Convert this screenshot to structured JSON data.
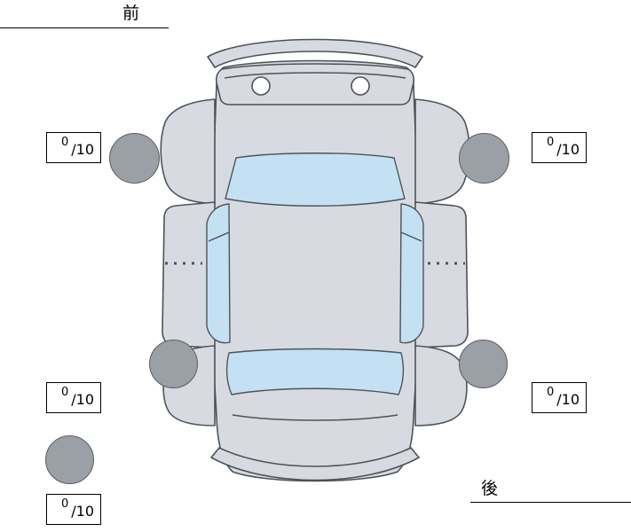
{
  "labels": {
    "front": "前",
    "rear": "後"
  },
  "scores": {
    "front_left": {
      "value": "0",
      "denominator": "/10"
    },
    "front_right": {
      "value": "0",
      "denominator": "/10"
    },
    "rear_left": {
      "value": "0",
      "denominator": "/10"
    },
    "rear_right": {
      "value": "0",
      "denominator": "/10"
    },
    "spare": {
      "value": "0",
      "denominator": "/10"
    }
  },
  "colors": {
    "background": "#ffffff",
    "car_body": "#d7dbe1",
    "car_outline": "#4d5358",
    "window_glass": "#c3e1f3",
    "tire_fill": "#9aa0a6",
    "tire_outline": "#5a5f64",
    "box_border": "#000000",
    "text": "#000000"
  }
}
